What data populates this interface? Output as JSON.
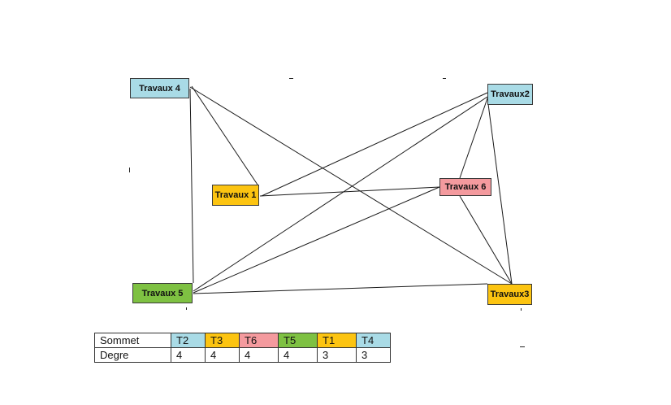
{
  "diagram": {
    "nodes": [
      {
        "id": "T4",
        "label": "Travaux 4",
        "color": "#a9dbe6"
      },
      {
        "id": "T2",
        "label": "Travaux2",
        "color": "#a9dbe6"
      },
      {
        "id": "T1",
        "label": "Travaux 1",
        "color": "#fcc411"
      },
      {
        "id": "T6",
        "label": "Travaux 6",
        "color": "#f49a9e"
      },
      {
        "id": "T5",
        "label": "Travaux 5",
        "color": "#7ec142"
      },
      {
        "id": "T3",
        "label": "Travaux3",
        "color": "#fcc411"
      }
    ],
    "edges": [
      [
        "T4",
        "T5"
      ],
      [
        "T4",
        "T1"
      ],
      [
        "T4",
        "T3"
      ],
      [
        "T2",
        "T1"
      ],
      [
        "T2",
        "T6"
      ],
      [
        "T2",
        "T5"
      ],
      [
        "T2",
        "T3"
      ],
      [
        "T1",
        "T6"
      ],
      [
        "T6",
        "T5"
      ],
      [
        "T6",
        "T3"
      ],
      [
        "T5",
        "T3"
      ]
    ]
  },
  "table": {
    "header_label": "Sommet",
    "degree_label": "Degre",
    "columns": [
      {
        "sommet": "T2",
        "degre": "4",
        "color": "#a9dbe6"
      },
      {
        "sommet": "T3",
        "degre": "4",
        "color": "#fcc411"
      },
      {
        "sommet": "T6",
        "degre": "4",
        "color": "#f49a9e"
      },
      {
        "sommet": "T5",
        "degre": "4",
        "color": "#7ec142"
      },
      {
        "sommet": "T1",
        "degre": "3",
        "color": "#fcc411"
      },
      {
        "sommet": "T4",
        "degre": "3",
        "color": "#a9dbe6"
      }
    ]
  }
}
